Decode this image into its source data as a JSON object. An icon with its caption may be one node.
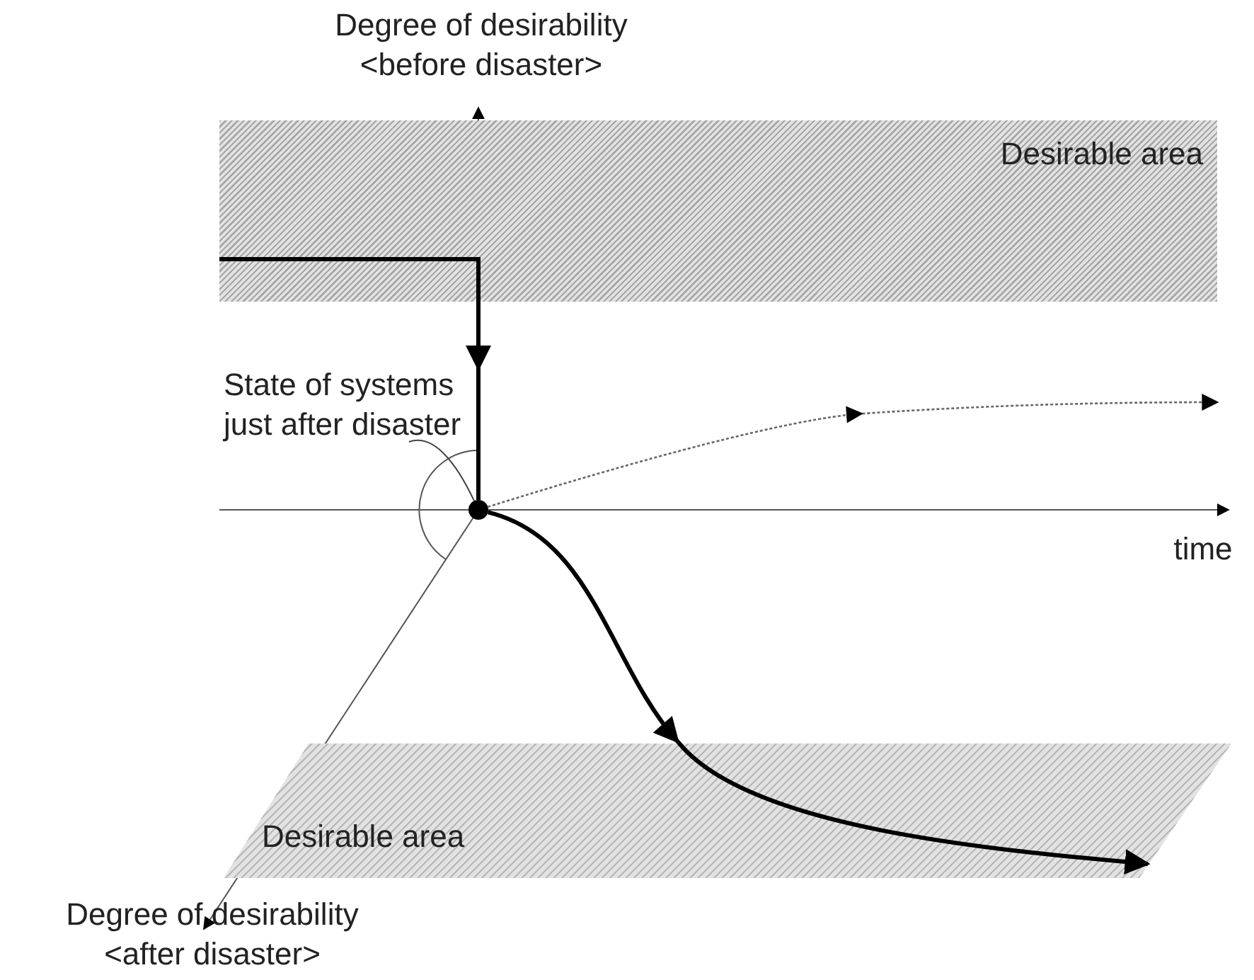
{
  "diagram": {
    "nodes": [
      {
        "text": [
          "Desirable area"
        ]
      },
      {
        "text": [
          "Desirable area"
        ]
      },
      {
        "text": [
          "State of systems just after disaster"
        ]
      },
      {
        "text": [],
        "shape": "circle"
      }
    ],
    "edges": [
      {
        "from": 0,
        "to": 3,
        "arrow": "to",
        "style": "thick"
      },
      {
        "from": 2,
        "to": 3,
        "arrow": "none"
      },
      {
        "from": 3,
        "to": 1,
        "arrow": "to",
        "style": "thick"
      },
      {
        "from": 3,
        "to": null,
        "arrow": "to",
        "style": "dashed",
        "color": "#666666"
      }
    ],
    "labels": [
      "Degree of desirability <before disaster>",
      "time",
      "Degree of desirability <after disaster>"
    ]
  }
}
